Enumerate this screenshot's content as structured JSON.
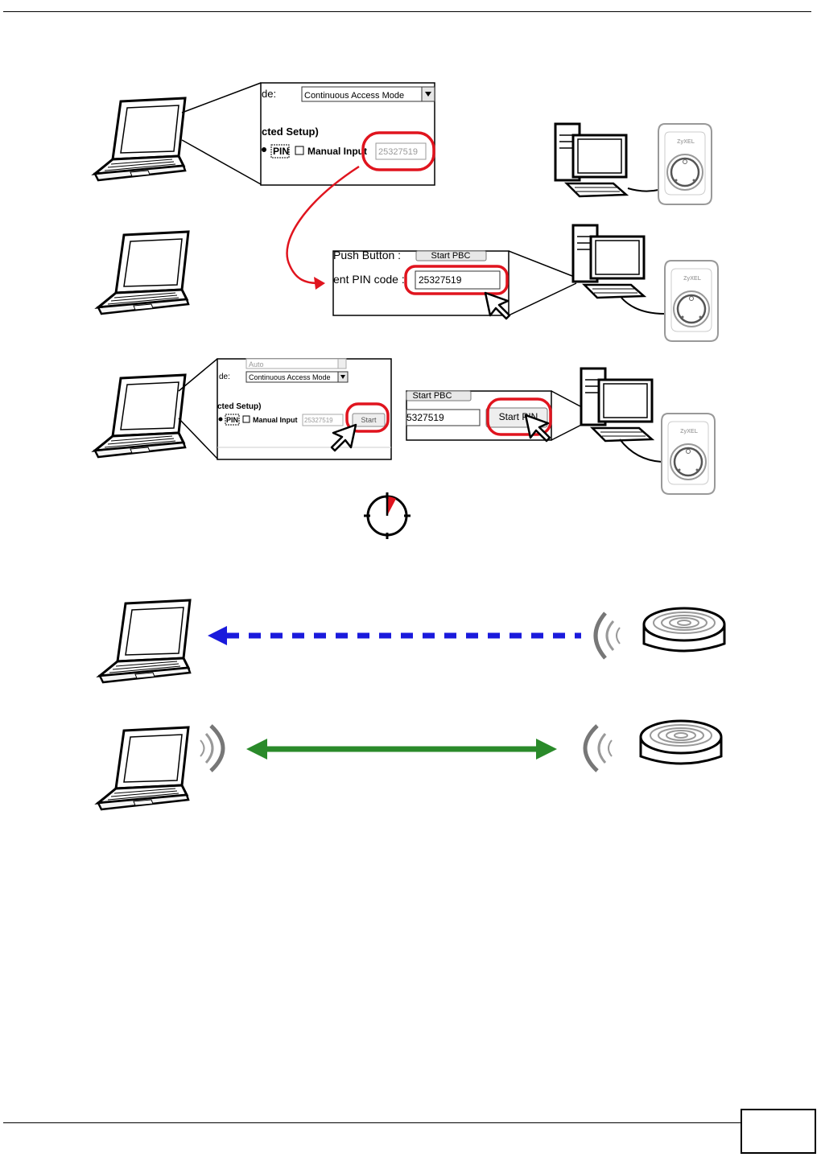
{
  "panel1": {
    "mode_label": "de:",
    "mode_value": "Continuous Access Mode",
    "wps_label": "cted Setup)",
    "pin_label": "PIN",
    "manual_input_label": "Manual Input",
    "pin_value": "25327519"
  },
  "panel2": {
    "push_button_label": "Push Button :",
    "start_pbc": "Start PBC",
    "pin_code_label": "ent PIN code :",
    "pin_value": "25327519"
  },
  "panel3": {
    "auto_value": "Auto",
    "mode_label": "de:",
    "mode_value": "Continuous Access Mode",
    "wps_label": "cted Setup)",
    "pin_label": "PIN",
    "manual_input_label": "Manual Input",
    "pin_value": "25327519",
    "start_label": "Start"
  },
  "panel4": {
    "start_pbc": "Start PBC",
    "pin_value": "5327519",
    "start_pin": "Start PIN"
  },
  "colors": {
    "highlight_red": "#e0141e",
    "probe_blue": "#1a1adc",
    "link_green": "#2a8a2a"
  }
}
